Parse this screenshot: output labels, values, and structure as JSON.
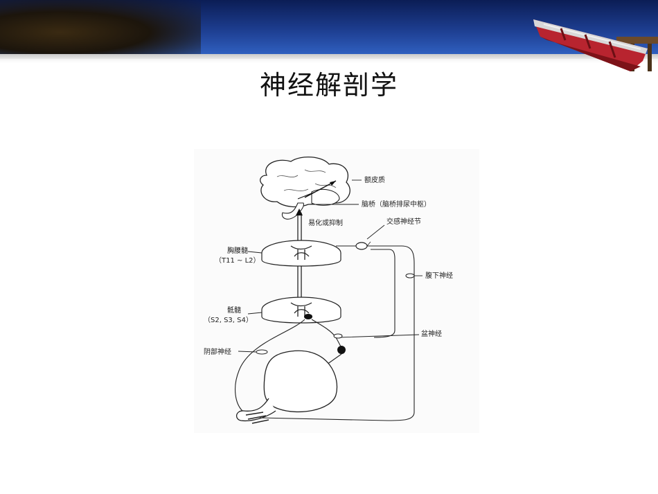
{
  "slide": {
    "title": "神经解剖学"
  },
  "diagram": {
    "labels": {
      "cortex": "额皮质",
      "pons": "脑桥（脑桥排尿中枢）",
      "facilitate": "易化或抑制",
      "sympathetic_ganglion": "交感神经节",
      "thoracolumbar": "胸腰髓",
      "thoracolumbar_range": "（T11 ~ L2）",
      "hypogastric": "腹下神经",
      "sacral": "骶髓",
      "sacral_range": "（S2, S3, S4）",
      "pelvic": "盆神经",
      "pudendal": "阴部神经"
    }
  }
}
